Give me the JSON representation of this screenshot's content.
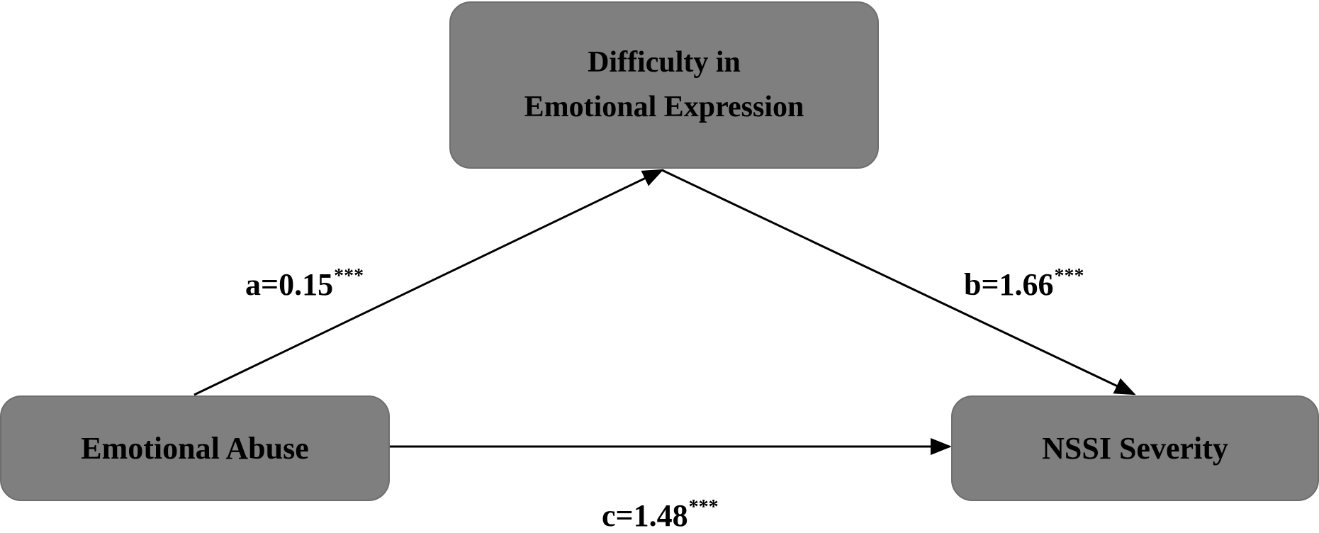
{
  "colors": {
    "node_fill": "#7f7f7f",
    "node_border": "#6e6e6e",
    "text": "#000000",
    "arrow": "#000000"
  },
  "nodes": {
    "mediator": {
      "line1": "Difficulty in",
      "line2": "Emotional Expression"
    },
    "predictor": {
      "label": "Emotional Abuse"
    },
    "outcome": {
      "label": "NSSI Severity"
    }
  },
  "paths": {
    "a": {
      "label": "a=0.15",
      "significance": "***"
    },
    "b": {
      "label": "b=1.66",
      "significance": "***"
    },
    "c": {
      "label": "c=1.48",
      "significance": "***"
    }
  }
}
